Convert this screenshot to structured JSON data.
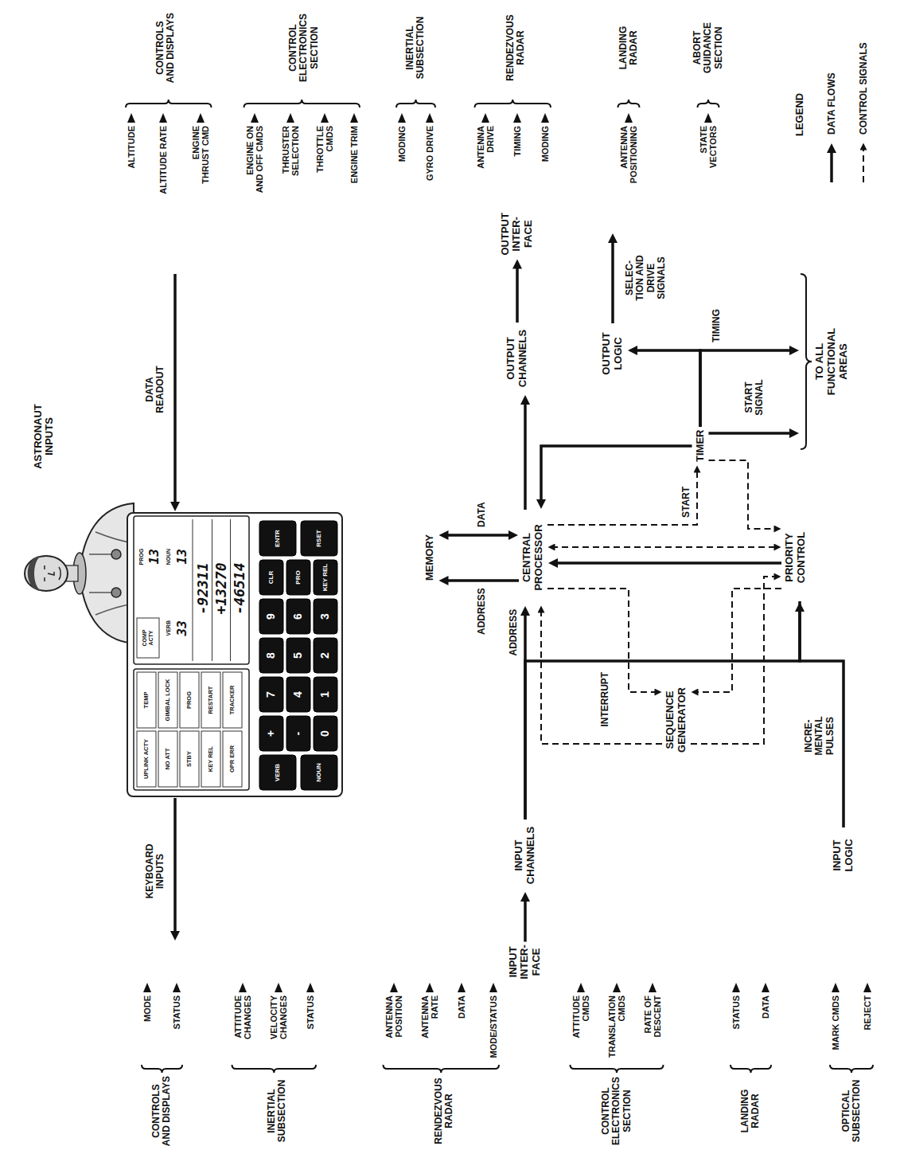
{
  "diagram": {
    "nodes": [
      {
        "text": [
          "INPUT INTER- FACE"
        ]
      },
      {
        "text": [
          "INPUT CHANNELS"
        ]
      },
      {
        "text": [
          "SEQUENCE GENERATOR"
        ]
      },
      {
        "text": [
          "INPUT LOGIC"
        ]
      },
      {
        "text": [
          "MEMORY"
        ]
      },
      {
        "text": [
          "CENTRAL PROCESSOR"
        ]
      },
      {
        "text": [
          "PRIORITY CONTROL"
        ]
      },
      {
        "text": [
          "TIMER"
        ]
      },
      {
        "text": [
          "OUTPUT CHANNELS"
        ]
      },
      {
        "text": [
          "OUTPUT LOGIC"
        ]
      },
      {
        "text": [
          "OUTPUT INTER- FACE"
        ]
      },
      {
        "text": [
          "TO ALL FUNCTIONAL AREAS"
        ]
      }
    ],
    "edges": [
      {
        "from": 0,
        "to": 1,
        "arrow": "to"
      },
      {
        "from": 1,
        "to": 5,
        "arrow": "to",
        "label": "ADDRESS"
      },
      {
        "from": 1,
        "to": 6,
        "arrow": "none",
        "label": "INTERRUPT"
      },
      {
        "from": 3,
        "to": 6,
        "arrow": "to",
        "label": "INCRE- MENTAL PULSES"
      },
      {
        "from": 5,
        "to": 4,
        "arrow": "to",
        "label": "ADDRESS"
      },
      {
        "from": 5,
        "to": 4,
        "arrow": "both",
        "label": "DATA"
      },
      {
        "from": 5,
        "to": 8,
        "arrow": "to"
      },
      {
        "from": 8,
        "to": 10,
        "arrow": "to"
      },
      {
        "from": 6,
        "to": 5,
        "arrow": "to"
      },
      {
        "from": 5,
        "to": 6,
        "arrow": "both"
      },
      {
        "from": 7,
        "to": 6,
        "arrow": "to"
      },
      {
        "from": 5,
        "to": 7,
        "arrow": "to",
        "label": "START"
      },
      {
        "from": 7,
        "to": 5,
        "arrow": "to"
      },
      {
        "from": 7,
        "to": 9,
        "arrow": "to"
      },
      {
        "from": 7,
        "to": 11,
        "arrow": "to",
        "label": "TIMING"
      },
      {
        "from": 7,
        "to": 11,
        "arrow": "to",
        "label": "START SIGNAL"
      },
      {
        "from": 5,
        "to": 2,
        "arrow": "to"
      },
      {
        "from": 2,
        "to": 5,
        "arrow": "to"
      },
      {
        "from": 6,
        "to": 2,
        "arrow": "to"
      },
      {
        "from": 2,
        "to": 6,
        "arrow": "to"
      }
    ],
    "labels": [
      "ASTRONAUT INPUTS",
      "KEYBOARD INPUTS",
      "DATA READOUT",
      "UPLINK ACTY",
      "TEMP",
      "NO ATT",
      "GIMBAL LOCK",
      "STBY",
      "PROG",
      "KEY REL",
      "RESTART",
      "OPR ERR",
      "TRACKER",
      "COMP ACTY",
      "PROG",
      "13",
      "VERB",
      "33",
      "NOUN",
      "13",
      "-92311",
      "+13270",
      "-46514",
      "VERB",
      "NOUN",
      "+",
      "-",
      "0",
      "7",
      "4",
      "1",
      "8",
      "5",
      "2",
      "9",
      "6",
      "3",
      "CLR",
      "PRO",
      "KEY REL",
      "ENTR",
      "RSET",
      "CONTROLS AND DISPLAYS",
      "MODE",
      "STATUS",
      "INERTIAL SUBSECTION",
      "ATTITUDE CHANGES",
      "VELOCITY CHANGES",
      "STATUS",
      "RENDEZVOUS RADAR",
      "ANTENNA POSITION",
      "ANTENNA RATE",
      "DATA",
      "MODE/STATUS",
      "CONTROL ELECTRONICS SECTION",
      "ATTITUDE CMDS",
      "TRANSLATION CMDS",
      "RATE OF DESCENT",
      "LANDING RADAR",
      "STATUS",
      "DATA",
      "OPTICAL SUBSECTION",
      "MARK CMDS",
      "REJECT",
      "CONTROLS AND DISPLAYS",
      "ALTITUDE",
      "ALTITUDE RATE",
      "ENGINE THRUST CMD",
      "CONTROL ELECTRONICS SECTION",
      "ENGINE ON AND OFF CMDS",
      "THRUSTER SELECTION",
      "THROTTLE CMDS",
      "ENGINE TRIM",
      "INERTIAL SUBSECTION",
      "MODING",
      "GYRO DRIVE",
      "RENDEZVOUS RADAR",
      "ANTENNA DRIVE",
      "TIMING",
      "MODING",
      "LANDING RADAR",
      "ANTENNA POSITIONING",
      "ABORT GUIDANCE SECTION",
      "STATE VECTORS",
      "SELEC- TION AND DRIVE SIGNALS",
      "LEGEND"
    ],
    "legend": [
      {
        "text": "DATA FLOWS"
      },
      {
        "text": "CONTROL SIGNALS"
      }
    ]
  }
}
